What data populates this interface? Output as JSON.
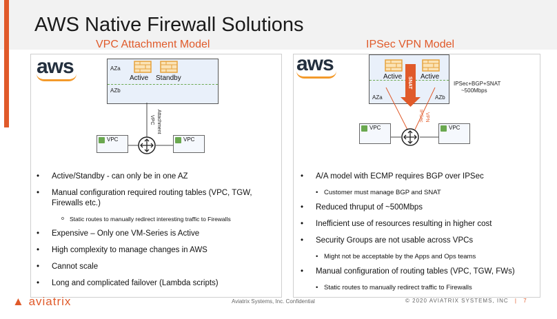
{
  "slide": {
    "title": "AWS Native Firewall Solutions"
  },
  "left": {
    "heading": "VPC Attachment Model",
    "logo": "aws",
    "diagram": {
      "az_a": "AZa",
      "az_b": "AZb",
      "fw_active": "Active",
      "fw_standby": "Standby",
      "attachment_label_1": "VPC",
      "attachment_label_2": "Attachment",
      "vpc_left": "VPC",
      "vpc_right": "VPC"
    },
    "bullets": [
      {
        "level": 1,
        "text": "Active/Standby - can only be in one AZ"
      },
      {
        "level": 1,
        "text": "Manual configuration required routing tables (VPC, TGW, Firewalls etc.)"
      },
      {
        "level": 3,
        "text": "Static routes to manually redirect interesting traffic to Firewalls"
      },
      {
        "level": 1,
        "text": "Expensive – Only one VM-Series is Active"
      },
      {
        "level": 1,
        "text": "High complexity to manage changes in AWS"
      },
      {
        "level": 1,
        "text": "Cannot scale"
      },
      {
        "level": 1,
        "text": "Long and complicated failover (Lambda scripts)"
      }
    ]
  },
  "right": {
    "heading": "IPSec VPN Model",
    "logo": "aws",
    "diagram": {
      "az_a": "AZa",
      "az_b": "AZb",
      "fw_active_1": "Active",
      "fw_active_2": "Active",
      "snat_label": "SNAT",
      "ipsec_label_1": "IPSec",
      "ipsec_label_2": "VPN",
      "annotation_1": "IPSec+BGP+SNAT",
      "annotation_2": "~500Mbps",
      "vpc_left": "VPC",
      "vpc_right": "VPC"
    },
    "bullets": [
      {
        "level": 1,
        "text": "A/A model with ECMP requires BGP over IPSec"
      },
      {
        "level": 2,
        "text": "Customer must manage BGP and SNAT"
      },
      {
        "level": 1,
        "text": "Reduced thruput of ~500Mbps"
      },
      {
        "level": 1,
        "text": "Inefficient use of resources resulting in higher cost"
      },
      {
        "level": 1,
        "text": "Security Groups are not usable across VPCs"
      },
      {
        "level": 2,
        "text": "Might not be acceptable by the Apps and Ops teams"
      },
      {
        "level": 1,
        "text": "Manual configuration of routing tables (VPC, TGW, FWs)"
      },
      {
        "level": 2,
        "text": "Static routes to manually redirect traffic to Firewalls"
      }
    ]
  },
  "footer": {
    "brand": "aviatrix",
    "confidential": "Aviatrix Systems, Inc. Confidential",
    "copyright": "© 2020 AVIATRIX SYSTEMS, INC",
    "separator": "|",
    "page_number": "7"
  },
  "colors": {
    "accent": "#e05a2a",
    "aws_orange": "#f39a2b",
    "vpc_green": "#6aa84f",
    "ipsec_red": "#e05a2a"
  }
}
